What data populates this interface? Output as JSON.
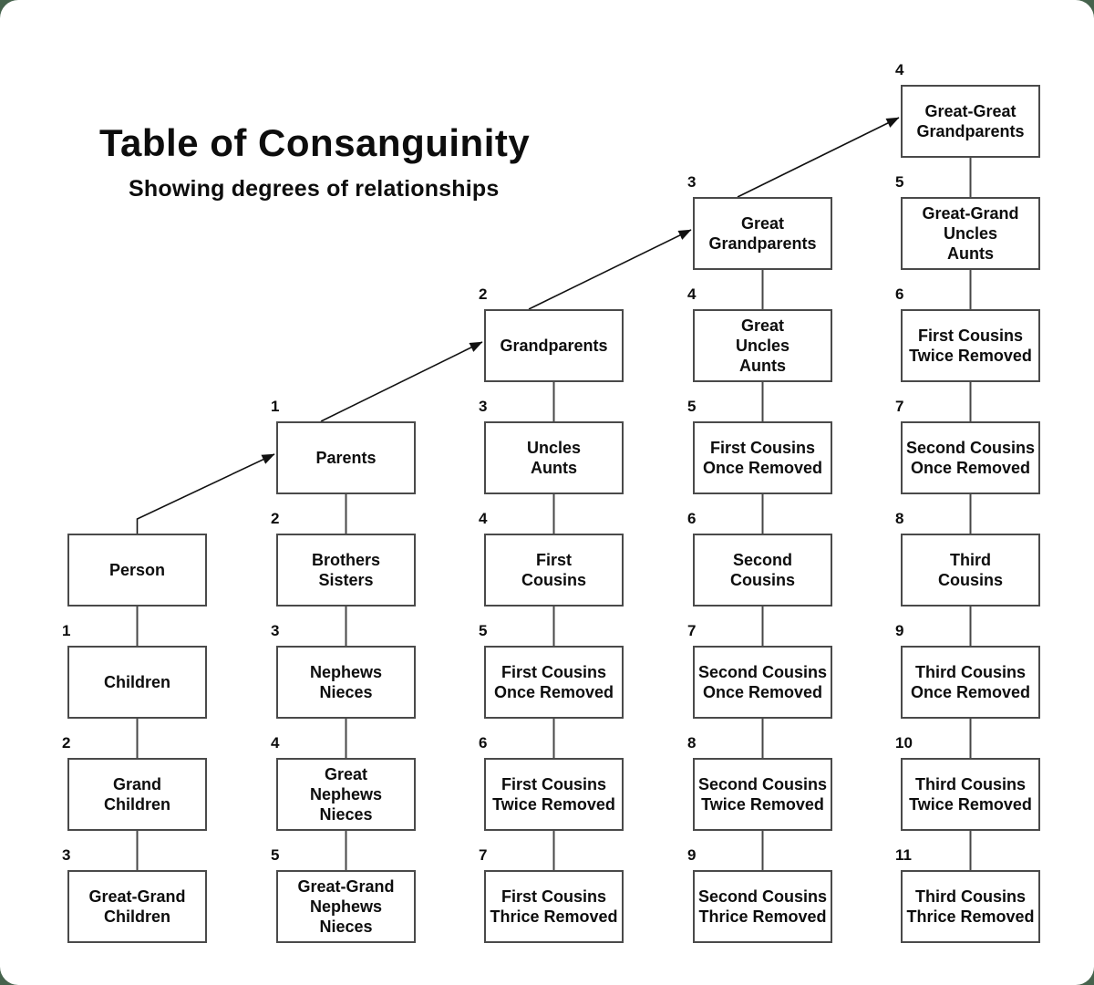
{
  "header": {
    "title": "Table of Consanguinity",
    "subtitle": "Showing degrees of relationships"
  },
  "colors": {
    "page_background": "#46634d",
    "card_background": "#ffffff",
    "text": "#0d0d0d",
    "box_border": "#4a4a4a",
    "connector_line": "#474747",
    "arrow": "#111111"
  },
  "diagram": {
    "columns": [
      {
        "name": "direct-descendants",
        "boxes": [
          {
            "row": 4,
            "number": "",
            "lines": [
              "Person"
            ]
          },
          {
            "row": 5,
            "number": "1",
            "lines": [
              "Children"
            ]
          },
          {
            "row": 6,
            "number": "2",
            "lines": [
              "Grand",
              "Children"
            ]
          },
          {
            "row": 7,
            "number": "3",
            "lines": [
              "Great-Grand",
              "Children"
            ]
          }
        ]
      },
      {
        "name": "siblings-line",
        "boxes": [
          {
            "row": 3,
            "number": "1",
            "lines": [
              "Parents"
            ]
          },
          {
            "row": 4,
            "number": "2",
            "lines": [
              "Brothers",
              "Sisters"
            ]
          },
          {
            "row": 5,
            "number": "3",
            "lines": [
              "Nephews",
              "Nieces"
            ]
          },
          {
            "row": 6,
            "number": "4",
            "lines": [
              "Great",
              "Nephews",
              "Nieces"
            ]
          },
          {
            "row": 7,
            "number": "5",
            "lines": [
              "Great-Grand",
              "Nephews",
              "Nieces"
            ]
          }
        ]
      },
      {
        "name": "first-cousins-line",
        "boxes": [
          {
            "row": 2,
            "number": "2",
            "lines": [
              "Grandparents"
            ]
          },
          {
            "row": 3,
            "number": "3",
            "lines": [
              "Uncles",
              "Aunts"
            ]
          },
          {
            "row": 4,
            "number": "4",
            "lines": [
              "First",
              "Cousins"
            ]
          },
          {
            "row": 5,
            "number": "5",
            "lines": [
              "First Cousins",
              "Once Removed"
            ]
          },
          {
            "row": 6,
            "number": "6",
            "lines": [
              "First Cousins",
              "Twice Removed"
            ]
          },
          {
            "row": 7,
            "number": "7",
            "lines": [
              "First Cousins",
              "Thrice Removed"
            ]
          }
        ]
      },
      {
        "name": "second-cousins-line",
        "boxes": [
          {
            "row": 1,
            "number": "3",
            "lines": [
              "Great",
              "Grandparents"
            ]
          },
          {
            "row": 2,
            "number": "4",
            "lines": [
              "Great",
              "Uncles",
              "Aunts"
            ]
          },
          {
            "row": 3,
            "number": "5",
            "lines": [
              "First Cousins",
              "Once Removed"
            ]
          },
          {
            "row": 4,
            "number": "6",
            "lines": [
              "Second",
              "Cousins"
            ]
          },
          {
            "row": 5,
            "number": "7",
            "lines": [
              "Second Cousins",
              "Once Removed"
            ]
          },
          {
            "row": 6,
            "number": "8",
            "lines": [
              "Second Cousins",
              "Twice Removed"
            ]
          },
          {
            "row": 7,
            "number": "9",
            "lines": [
              "Second Cousins",
              "Thrice Removed"
            ]
          }
        ]
      },
      {
        "name": "third-cousins-line",
        "boxes": [
          {
            "row": 0,
            "number": "4",
            "lines": [
              "Great-Great",
              "Grandparents"
            ]
          },
          {
            "row": 1,
            "number": "5",
            "lines": [
              "Great-Grand",
              "Uncles",
              "Aunts"
            ]
          },
          {
            "row": 2,
            "number": "6",
            "lines": [
              "First Cousins",
              "Twice Removed"
            ]
          },
          {
            "row": 3,
            "number": "7",
            "lines": [
              "Second Cousins",
              "Once Removed"
            ]
          },
          {
            "row": 4,
            "number": "8",
            "lines": [
              "Third",
              "Cousins"
            ]
          },
          {
            "row": 5,
            "number": "9",
            "lines": [
              "Third Cousins",
              "Once Removed"
            ]
          },
          {
            "row": 6,
            "number": "10",
            "lines": [
              "Third Cousins",
              "Twice Removed"
            ]
          },
          {
            "row": 7,
            "number": "11",
            "lines": [
              "Third Cousins",
              "Thrice Removed"
            ]
          }
        ]
      }
    ],
    "ancestor_arrows": [
      {
        "from_col": 0,
        "from_row": 4,
        "to_col": 1,
        "to_row": 3
      },
      {
        "from_col": 1,
        "from_row": 3,
        "to_col": 2,
        "to_row": 2
      },
      {
        "from_col": 2,
        "from_row": 2,
        "to_col": 3,
        "to_row": 1
      },
      {
        "from_col": 3,
        "from_row": 1,
        "to_col": 4,
        "to_row": 0
      }
    ]
  }
}
